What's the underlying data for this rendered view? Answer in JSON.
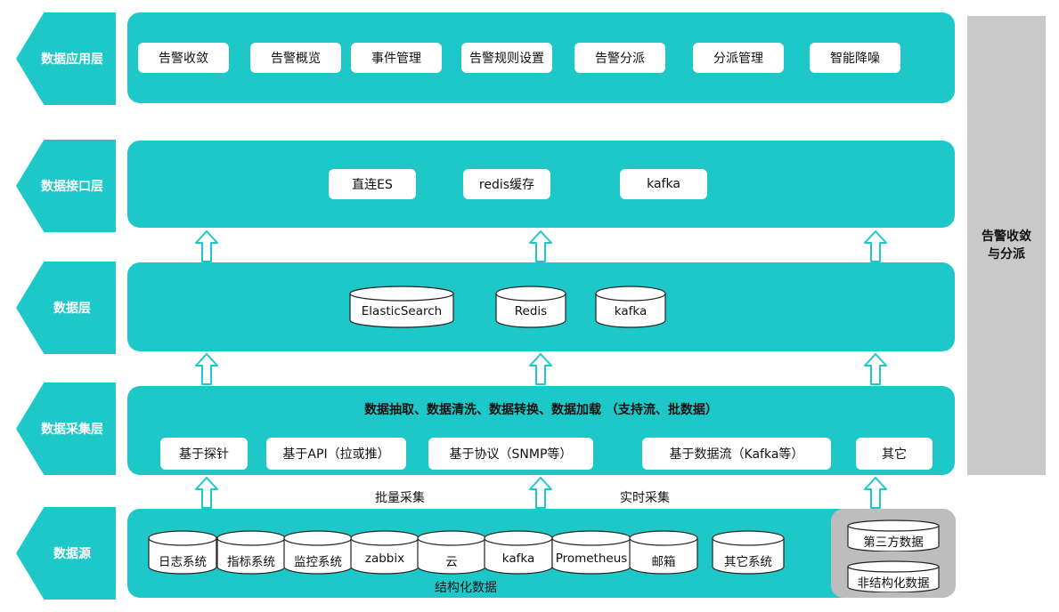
{
  "layers": {
    "app": "数据应用层",
    "interface": "数据接口层",
    "data": "数据层",
    "collect": "数据采集层",
    "source": "数据源"
  },
  "app_items": [
    "告警收敛",
    "告警概览",
    "事件管理",
    "告警规则设置",
    "告警分派",
    "分派管理",
    "智能降噪"
  ],
  "interface_items": [
    "直连ES",
    "redis缓存",
    "kafka"
  ],
  "data_items": [
    "ElasticSearch",
    "Redis",
    "kafka"
  ],
  "collect": {
    "title": "数据抽取、数据清洗、数据转换、数据加载 （支持流、批数据）",
    "items": [
      "基于探针",
      "基于API（拉或推）",
      "基于协议（SNMP等）",
      "基于数据流（Kafka等）",
      "其它"
    ]
  },
  "batch_label": "批量采集",
  "realtime_label": "实时采集",
  "source_items": [
    "日志系统",
    "指标系统",
    "监控系统",
    "zabbix",
    "云",
    "kafka",
    "Prometheus",
    "邮箱",
    "其它系统"
  ],
  "structured_label": "结构化数据",
  "unstructured_items": [
    "第三方数据",
    "非结构化数据"
  ],
  "side_label": "告警收敛与分派",
  "colors": {
    "teal": "#1ec8c8",
    "gray": "#c9c9c9"
  }
}
